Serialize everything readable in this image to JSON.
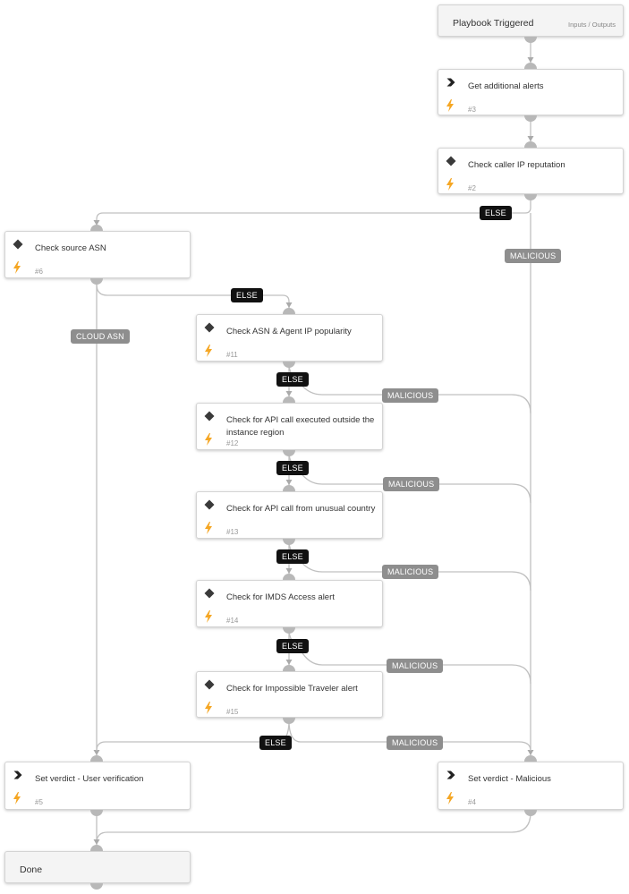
{
  "start_node": {
    "title": "Playbook Triggered",
    "io_link": "Inputs / Outputs"
  },
  "tasks": [
    {
      "id": "t3",
      "type": "command",
      "title": "Get additional alerts",
      "number": "#3"
    },
    {
      "id": "t2",
      "type": "condition",
      "title": "Check caller IP reputation",
      "number": "#2"
    },
    {
      "id": "t6",
      "type": "condition",
      "title": "Check source ASN",
      "number": "#6"
    },
    {
      "id": "t11",
      "type": "condition",
      "title": "Check ASN & Agent IP popularity",
      "number": "#11"
    },
    {
      "id": "t12",
      "type": "condition",
      "title": "Check for API call executed outside the instance region",
      "number": "#12"
    },
    {
      "id": "t13",
      "type": "condition",
      "title": "Check for API call from unusual country",
      "number": "#13"
    },
    {
      "id": "t14",
      "type": "condition",
      "title": "Check for IMDS Access alert",
      "number": "#14"
    },
    {
      "id": "t15",
      "type": "condition",
      "title": "Check for Impossible Traveler alert",
      "number": "#15"
    },
    {
      "id": "t5",
      "type": "command",
      "title": "Set verdict - User verification",
      "number": "#5"
    },
    {
      "id": "t4",
      "type": "command",
      "title": "Set verdict - Malicious",
      "number": "#4"
    }
  ],
  "end_node": {
    "title": "Done"
  },
  "edge_labels": [
    {
      "id": "l-else-2",
      "text": "ELSE",
      "kind": "else"
    },
    {
      "id": "l-mal-2",
      "text": "MALICIOUS",
      "kind": "cond"
    },
    {
      "id": "l-else-6",
      "text": "ELSE",
      "kind": "else"
    },
    {
      "id": "l-cloud-6",
      "text": "CLOUD ASN",
      "kind": "cond"
    },
    {
      "id": "l-else-11",
      "text": "ELSE",
      "kind": "else"
    },
    {
      "id": "l-mal-11",
      "text": "MALICIOUS",
      "kind": "cond"
    },
    {
      "id": "l-else-12",
      "text": "ELSE",
      "kind": "else"
    },
    {
      "id": "l-mal-12",
      "text": "MALICIOUS",
      "kind": "cond"
    },
    {
      "id": "l-else-13",
      "text": "ELSE",
      "kind": "else"
    },
    {
      "id": "l-mal-13",
      "text": "MALICIOUS",
      "kind": "cond"
    },
    {
      "id": "l-else-14",
      "text": "ELSE",
      "kind": "else"
    },
    {
      "id": "l-mal-14",
      "text": "MALICIOUS",
      "kind": "cond"
    },
    {
      "id": "l-else-15",
      "text": "ELSE",
      "kind": "else"
    },
    {
      "id": "l-mal-15",
      "text": "MALICIOUS",
      "kind": "cond"
    }
  ],
  "icons": {
    "command": "chevron-right-icon",
    "condition": "diamond-icon",
    "automation": "lightning-bolt-icon"
  },
  "colors": {
    "bolt": "#f5a623",
    "else_label": "#111111",
    "condition_label": "#8e8e8e",
    "edge": "#c0c0c0",
    "connector": "#b8b8b8"
  }
}
